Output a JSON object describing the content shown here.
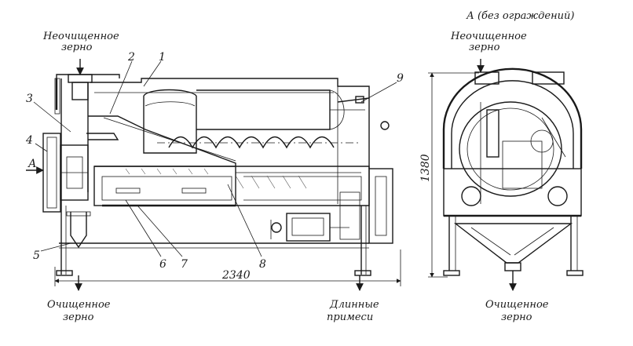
{
  "view_title": "А (без ограждений)",
  "flows": {
    "inlet_main_1": "Неочищенное",
    "inlet_main_2": "зерно",
    "inlet_side_1": "Неочищенное",
    "inlet_side_2": "зерно",
    "outlet_main_1": "Очищенное",
    "outlet_main_2": "зерно",
    "outlet_impurities_1": "Длинные",
    "outlet_impurities_2": "примеси",
    "outlet_side_1": "Очищенное",
    "outlet_side_2": "зерно"
  },
  "view_arrow_label": "А",
  "callouts": [
    "1",
    "2",
    "3",
    "4",
    "5",
    "6",
    "7",
    "8",
    "9"
  ],
  "dimensions": {
    "length": "2340",
    "height": "1380"
  }
}
